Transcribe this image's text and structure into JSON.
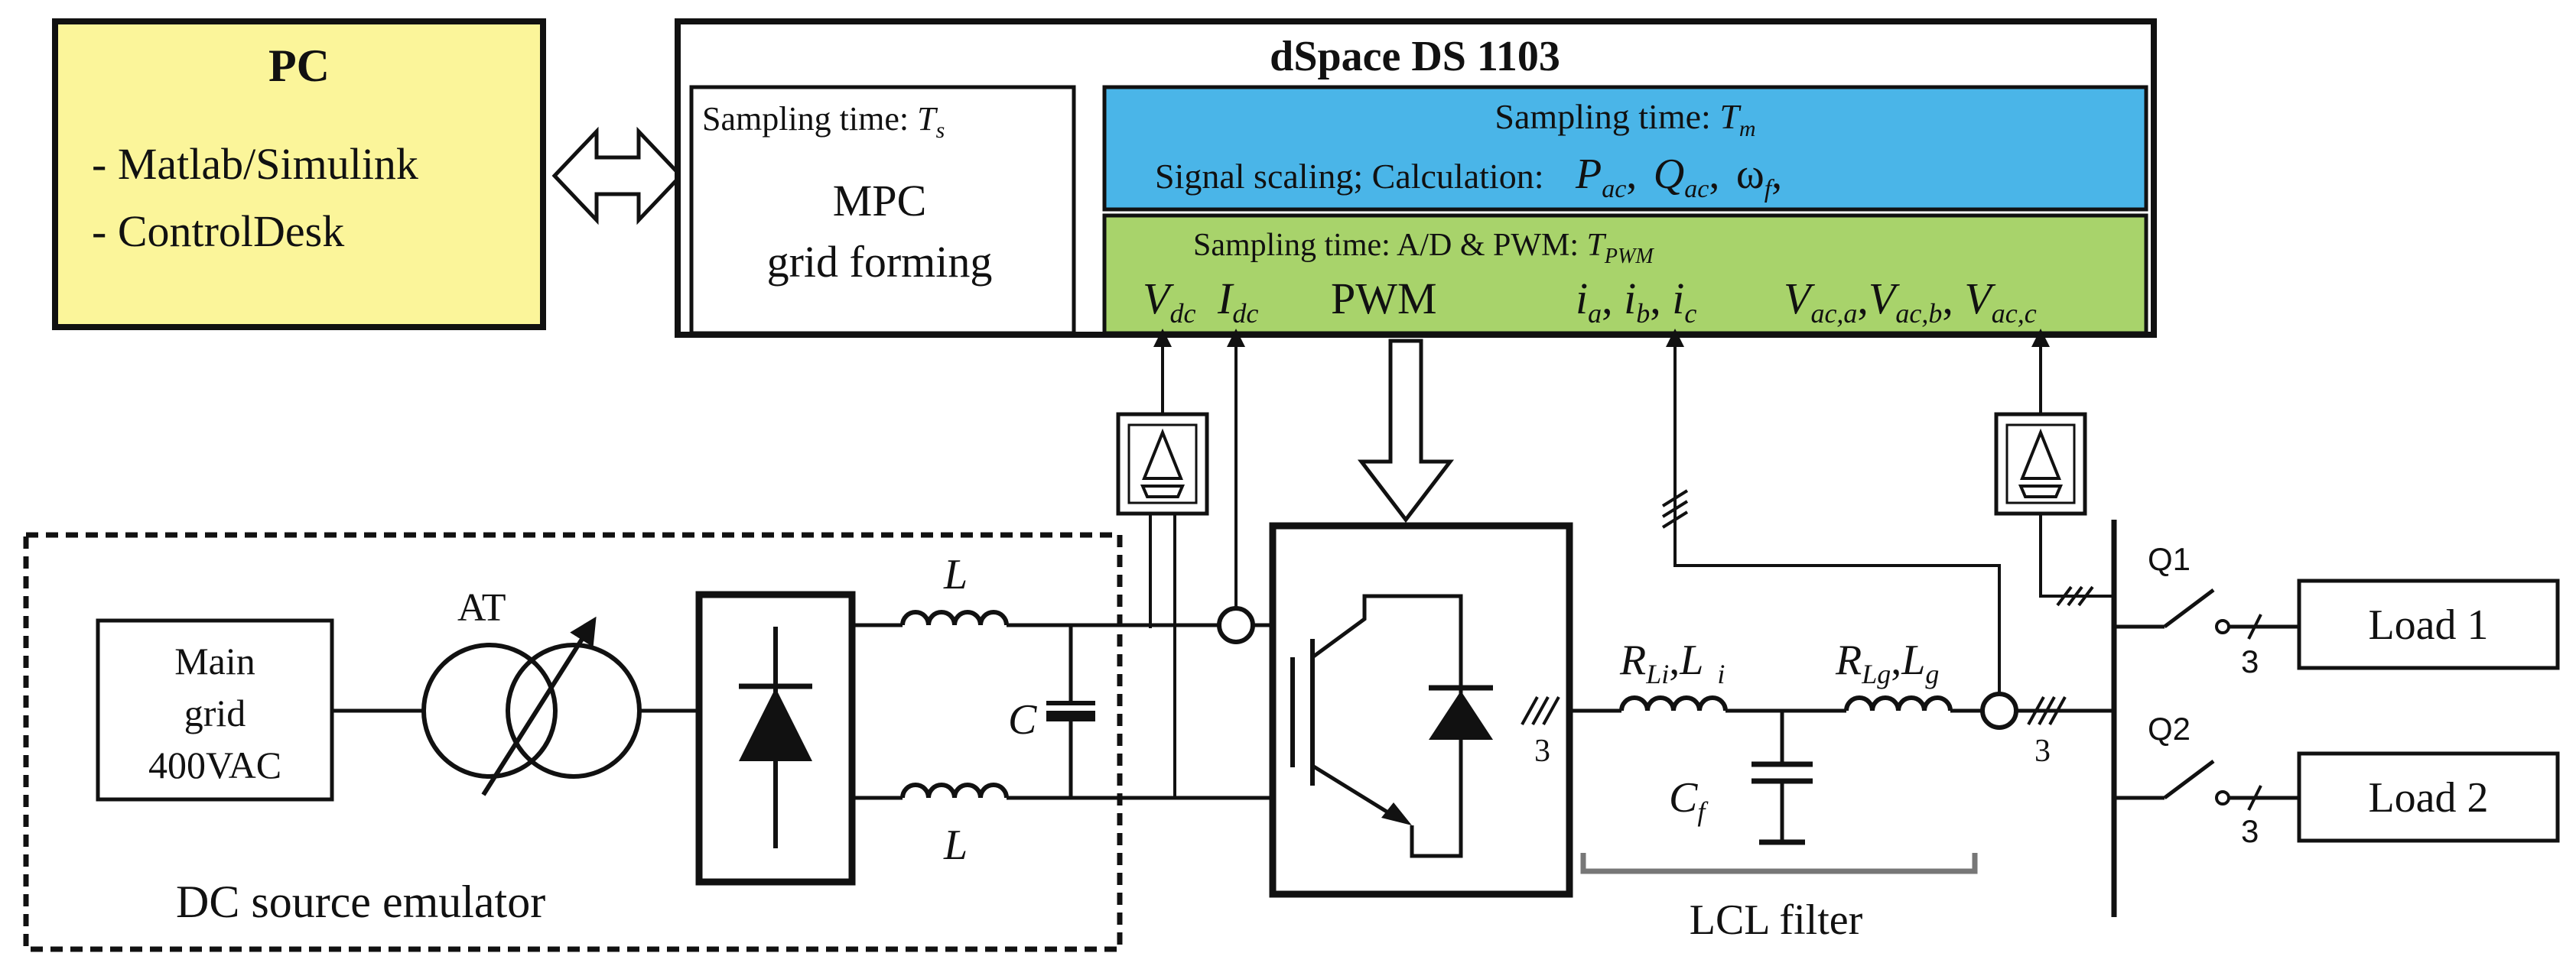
{
  "pc": {
    "title": "PC",
    "items": [
      "- Matlab/Simulink",
      "- ControlDesk"
    ]
  },
  "dspace": {
    "title": "dSpace DS 1103",
    "mpc": {
      "sampling": "Sampling time: ",
      "sampling_sym": "T",
      "sampling_sub": "s",
      "line1": "MPC",
      "line2": "grid forming"
    },
    "blue": {
      "sampling": "Sampling time: ",
      "sampling_sym": "T",
      "sampling_sub": "m",
      "calc": "Signal scaling; Calculation:",
      "p": "P",
      "p_sub": "ac",
      "q": "Q",
      "q_sub": "ac",
      "w": "ω",
      "w_sub": "f",
      "sep": ","
    },
    "green": {
      "sampling": "Sampling time: A/D & PWM: ",
      "sampling_sym": "T",
      "sampling_sub": "PWM",
      "vdc": "V",
      "vdc_sub": "dc",
      "idc": "I",
      "idc_sub": "dc",
      "pwm": "PWM",
      "i": "i",
      "ia_sub": "a",
      "ib_sub": "b",
      "ic_sub": "c",
      "v": "V",
      "vaca_sub": "ac,a",
      "vacb_sub": "ac,b",
      "vacc_sub": "ac,c",
      "comma": ","
    }
  },
  "circuit": {
    "main_grid": [
      "Main",
      "grid",
      "400VAC"
    ],
    "at": "AT",
    "inductor": "L",
    "capacitor": "C",
    "dc_emulator": "DC source emulator",
    "rli": "R",
    "rli_sub": "Li",
    "li": "L",
    "li_sub": "i",
    "rlg": "R",
    "rlg_sub": "Lg",
    "lg": "L",
    "lg_sub": "g",
    "cf": "C",
    "cf_sub": "f",
    "lcl": "LCL filter",
    "phase_count": "3",
    "q1": "Q1",
    "q2": "Q2",
    "load1": "Load 1",
    "load2": "Load 2"
  },
  "colors": {
    "pc_fill": "#fbf59a",
    "blue_fill": "#4ab5e8",
    "green_fill": "#a8d36b"
  }
}
